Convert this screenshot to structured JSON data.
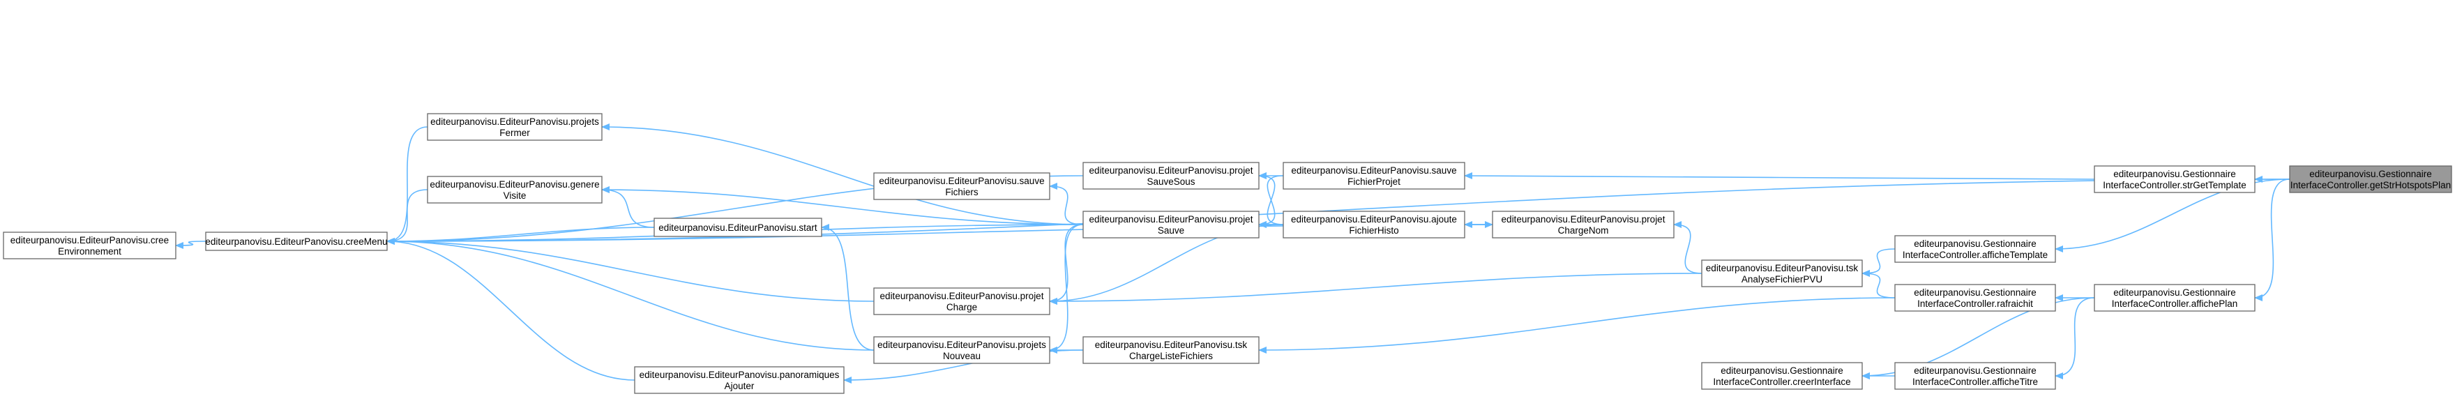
{
  "colors": {
    "edge": "#63b8ff",
    "node_border": "#666666",
    "highlight_fill": "#999999"
  },
  "nodes": {
    "n_highlight": [
      "editeurpanovisu.Gestionnaire",
      "InterfaceController.getStrHotspotsPlan"
    ],
    "n_str_get_template": [
      "editeurpanovisu.Gestionnaire",
      "InterfaceController.strGetTemplate"
    ],
    "n_affiche_template": [
      "editeurpanovisu.Gestionnaire",
      "InterfaceController.afficheTemplate"
    ],
    "n_affiche_plan": [
      "editeurpanovisu.Gestionnaire",
      "InterfaceController.affichePlan"
    ],
    "n_rafraichit": [
      "editeurpanovisu.Gestionnaire",
      "InterfaceController.rafraichit"
    ],
    "n_affiche_titre": [
      "editeurpanovisu.Gestionnaire",
      "InterfaceController.afficheTitre"
    ],
    "n_cree_interface": [
      "editeurpanovisu.Gestionnaire",
      "InterfaceController.creerInterface"
    ],
    "n_analyse_fichier": [
      "editeurpanovisu.EditeurPanovisu.tsk",
      "AnalyseFichierPVU"
    ],
    "n_charge_nom": [
      "editeurpanovisu.EditeurPanovisu.projet",
      "ChargeNom"
    ],
    "n_sauve_fichier_projet": [
      "editeurpanovisu.EditeurPanovisu.sauve",
      "FichierProjet"
    ],
    "n_ajoute_fichier_histo": [
      "editeurpanovisu.EditeurPanovisu.ajoute",
      "FichierHisto"
    ],
    "n_projet_sauve_sous": [
      "editeurpanovisu.EditeurPanovisu.projet",
      "SauveSous"
    ],
    "n_projet_sauve": [
      "editeurpanovisu.EditeurPanovisu.projet",
      "Sauve"
    ],
    "n_charge_liste_fichiers": [
      "editeurpanovisu.EditeurPanovisu.tsk",
      "ChargeListeFichiers"
    ],
    "n_sauve_fichiers": [
      "editeurpanovisu.EditeurPanovisu.sauve",
      "Fichiers"
    ],
    "n_projet_charge": [
      "editeurpanovisu.EditeurPanovisu.projet",
      "Charge"
    ],
    "n_projets_nouveau": [
      "editeurpanovisu.EditeurPanovisu.projets",
      "Nouveau"
    ],
    "n_panoramiques_ajouter": [
      "editeurpanovisu.EditeurPanovisu.panoramiques",
      "Ajouter"
    ],
    "n_start": [
      "editeurpanovisu.EditeurPanovisu.start"
    ],
    "n_projets_fermer": [
      "editeurpanovisu.EditeurPanovisu.projets",
      "Fermer"
    ],
    "n_genere_visite": [
      "editeurpanovisu.EditeurPanovisu.genere",
      "Visite"
    ],
    "n_cree_menu": [
      "editeurpanovisu.EditeurPanovisu.creeMenu"
    ],
    "n_cree_environnement": [
      "editeurpanovisu.EditeurPanovisu.cree",
      "Environnement"
    ]
  },
  "edges": [
    [
      "n_str_get_template",
      "n_highlight"
    ],
    [
      "n_affiche_template",
      "n_highlight"
    ],
    [
      "n_affiche_plan",
      "n_highlight"
    ],
    [
      "n_cree_menu",
      "n_highlight"
    ],
    [
      "n_sauve_fichier_projet",
      "n_str_get_template"
    ],
    [
      "n_analyse_fichier",
      "n_affiche_template"
    ],
    [
      "n_rafraichit",
      "n_affiche_plan"
    ],
    [
      "n_affiche_titre",
      "n_affiche_plan"
    ],
    [
      "n_cree_interface",
      "n_affiche_plan"
    ],
    [
      "n_charge_liste_fichiers",
      "n_rafraichit"
    ],
    [
      "n_analyse_fichier",
      "n_rafraichit"
    ],
    [
      "n_charge_nom",
      "n_analyse_fichier"
    ],
    [
      "n_projet_charge",
      "n_analyse_fichier"
    ],
    [
      "n_cree_interface",
      "n_affiche_titre"
    ],
    [
      "n_ajoute_fichier_histo",
      "n_charge_nom"
    ],
    [
      "n_projet_sauve",
      "n_charge_nom"
    ],
    [
      "n_cree_menu",
      "n_charge_nom"
    ],
    [
      "n_projet_sauve_sous",
      "n_sauve_fichier_projet"
    ],
    [
      "n_projet_sauve",
      "n_sauve_fichier_projet"
    ],
    [
      "n_projet_sauve",
      "n_ajoute_fichier_histo"
    ],
    [
      "n_projet_sauve_sous",
      "n_ajoute_fichier_histo"
    ],
    [
      "n_projet_charge",
      "n_ajoute_fichier_histo"
    ],
    [
      "n_cree_menu",
      "n_projet_sauve_sous"
    ],
    [
      "n_sauve_fichiers",
      "n_projet_sauve"
    ],
    [
      "n_projet_charge",
      "n_projet_sauve"
    ],
    [
      "n_projets_nouveau",
      "n_projet_sauve"
    ],
    [
      "n_projets_fermer",
      "n_projet_sauve"
    ],
    [
      "n_genere_visite",
      "n_projet_sauve"
    ],
    [
      "n_cree_menu",
      "n_projet_sauve"
    ],
    [
      "n_charge_nom",
      "n_projet_sauve"
    ],
    [
      "n_panoramiques_ajouter",
      "n_charge_liste_fichiers"
    ],
    [
      "n_projets_nouveau",
      "n_charge_liste_fichiers"
    ],
    [
      "n_cree_menu",
      "n_projet_charge"
    ],
    [
      "n_cree_menu",
      "n_projets_nouveau"
    ],
    [
      "n_start",
      "n_projets_nouveau"
    ],
    [
      "n_cree_menu",
      "n_panoramiques_ajouter"
    ],
    [
      "n_genere_visite",
      "n_start"
    ],
    [
      "n_cree_menu",
      "n_projets_fermer"
    ],
    [
      "n_cree_menu",
      "n_genere_visite"
    ],
    [
      "n_cree_menu",
      "n_start"
    ],
    [
      "n_cree_environnement",
      "n_cree_menu"
    ]
  ]
}
